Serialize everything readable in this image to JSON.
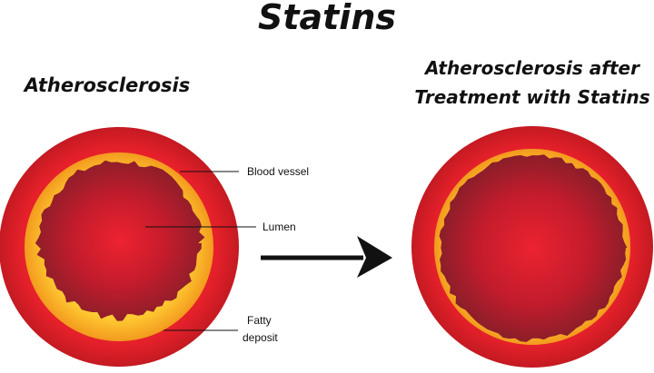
{
  "title": "Statins",
  "left_panel": {
    "heading": "Atherosclerosis",
    "labels": {
      "blood_vessel": "Blood vessel",
      "lumen": "Lumen",
      "fatty_deposit_line1": "Fatty",
      "fatty_deposit_line2": "deposit"
    }
  },
  "right_panel": {
    "heading_line1": "Atherosclerosis after",
    "heading_line2": "Treatment with Statins"
  },
  "colors": {
    "vessel_outer": "#e5202a",
    "vessel_edge": "#c41a22",
    "fatty_deposit": "#f5a623",
    "fatty_highlight": "#ffcc33",
    "lumen_center": "#e8202b",
    "lumen_edge": "#8c1a26",
    "arrow": "#111111",
    "text": "#111111"
  }
}
